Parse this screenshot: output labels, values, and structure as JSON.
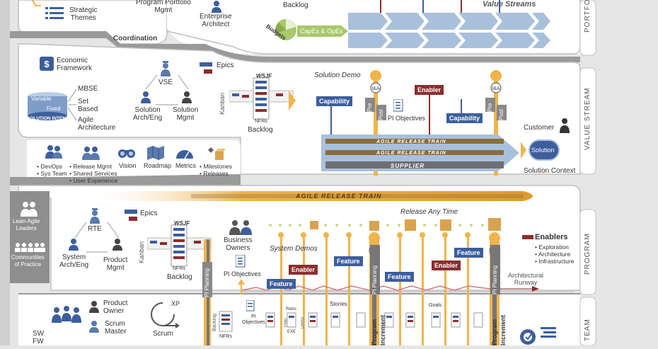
{
  "portfolio": {
    "strategic_themes": "Strategic\nThemes",
    "program_portfolio_mgmt": "Program Portfolio\nMgmt",
    "enterprise_architect": "Enterprise\nArchitect",
    "backlog": "Backlog",
    "value_streams": "Value Streams",
    "budgets": "Budgets",
    "capex_opex": "CapEx & OpEx",
    "coordination": "Coordination",
    "side_label": "PORTFOLIO"
  },
  "value_stream": {
    "economic_framework": "Economic\nFramework",
    "vse": "VSE",
    "solution_arch_eng": "Solution\nArch/Eng",
    "solution_mgmt": "Solution\nMgmt",
    "epics": "Epics",
    "wsjf": "WSJF",
    "kanban": "Kanban",
    "nfrs": "NFRs",
    "backlog": "Backlog",
    "solution_demo": "Solution Demo",
    "capability_1": "Capability",
    "capability_2": "Capability",
    "enabler": "Enabler",
    "pre": "Pre",
    "post": "Post",
    "pi_objectives": "PI Objectives",
    "customer": "Customer",
    "solution": "Solution",
    "solution_context": "Solution Context",
    "variable": "Variable",
    "fixed": "Fixed",
    "solution_intent": "SOLUTION INTENT",
    "mbse": "MBSE",
    "set_based": "Set\nBased",
    "agile_architecture": "Agile\nArchitecture",
    "art_1": "AGILE RELEASE TRAIN",
    "art_2": "AGILE RELEASE TRAIN",
    "supplier": "SUPPLIER",
    "side_label": "VALUE STREAM",
    "shared": {
      "col1": [
        "• DevOps",
        "• Sys Team"
      ],
      "col2": [
        "• Release Mgmt",
        "• Shared Services",
        "• User Experience"
      ],
      "vision": "Vision",
      "roadmap": "Roadmap",
      "metrics": "Metrics",
      "col6": [
        "• Milestones",
        "• Releases"
      ]
    }
  },
  "art_banner": "AGILE RELEASE TRAIN",
  "left": {
    "lean_agile_leaders": "Lean-Agile\nLeaders",
    "communities": "Communities\nof Practice"
  },
  "program": {
    "rte": "RTE",
    "system_arch_eng": "System\nArch/Eng",
    "product_mgmt": "Product\nMgmt",
    "epics": "Epics",
    "wsjf": "WSJF",
    "kanban": "Kanban",
    "nfrs": "NFRs",
    "backlog": "Backlog",
    "business_owners": "Business\nOwners",
    "pi_objectives": "PI Objectives",
    "pi_planning": "PI Planning",
    "system_demos": "System Demos",
    "release_any_time": "Release Any Time",
    "enablers_title": "Enablers",
    "enablers_list": [
      "• Exploration",
      "• Architecture",
      "• Infrastructure"
    ],
    "architectural_runway": "Architectural\nRunway",
    "feature": "Feature",
    "enabler": "Enabler",
    "side_label": "PROGRAM"
  },
  "team": {
    "product_owner": "Product\nOwner",
    "scrum_master": "Scrum\nMaster",
    "xp": "XP",
    "scrum": "Scrum",
    "sw_fw": "SW\nFW",
    "backlog": "Backlog",
    "nfrs": "NFRs",
    "pi_objectives": "PI\nObjectives",
    "plan": "Plan",
    "retro": "Retro",
    "demo": "Demo",
    "exe": "EXE",
    "stories": "Stories",
    "goals": "Goals",
    "program_increment": "Program Increment",
    "side_label": "TEAM"
  },
  "colors": {
    "feature": "#3d5e9c",
    "enabler": "#8b2e2e",
    "gold": "#f0b44c",
    "arrow_blue": "#a9c0dc"
  }
}
